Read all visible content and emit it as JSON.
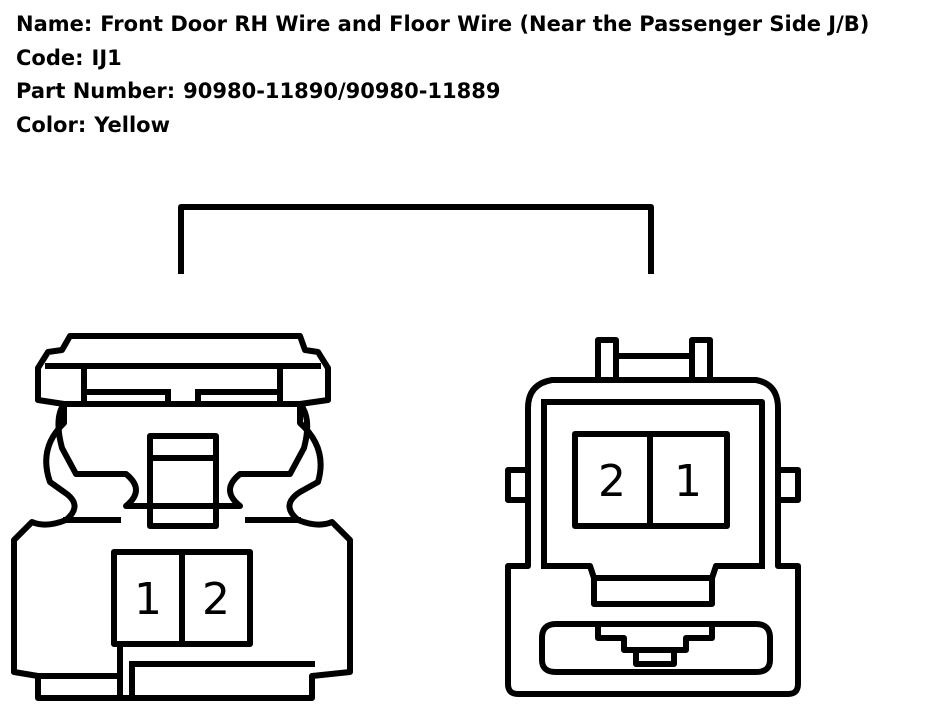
{
  "info": {
    "name_label": "Name:",
    "name_value": "Front Door RH Wire and Floor Wire (Near the Passenger Side J/B)",
    "code_label": "Code:",
    "code_value": "IJ1",
    "part_label": "Part Number:",
    "part_value": "90980-11890/90980-11889",
    "color_label": "Color:",
    "color_value": "Yellow"
  },
  "connectors": {
    "left": {
      "pins": [
        "1",
        "2"
      ]
    },
    "right": {
      "pins": [
        "2",
        "1"
      ]
    }
  }
}
